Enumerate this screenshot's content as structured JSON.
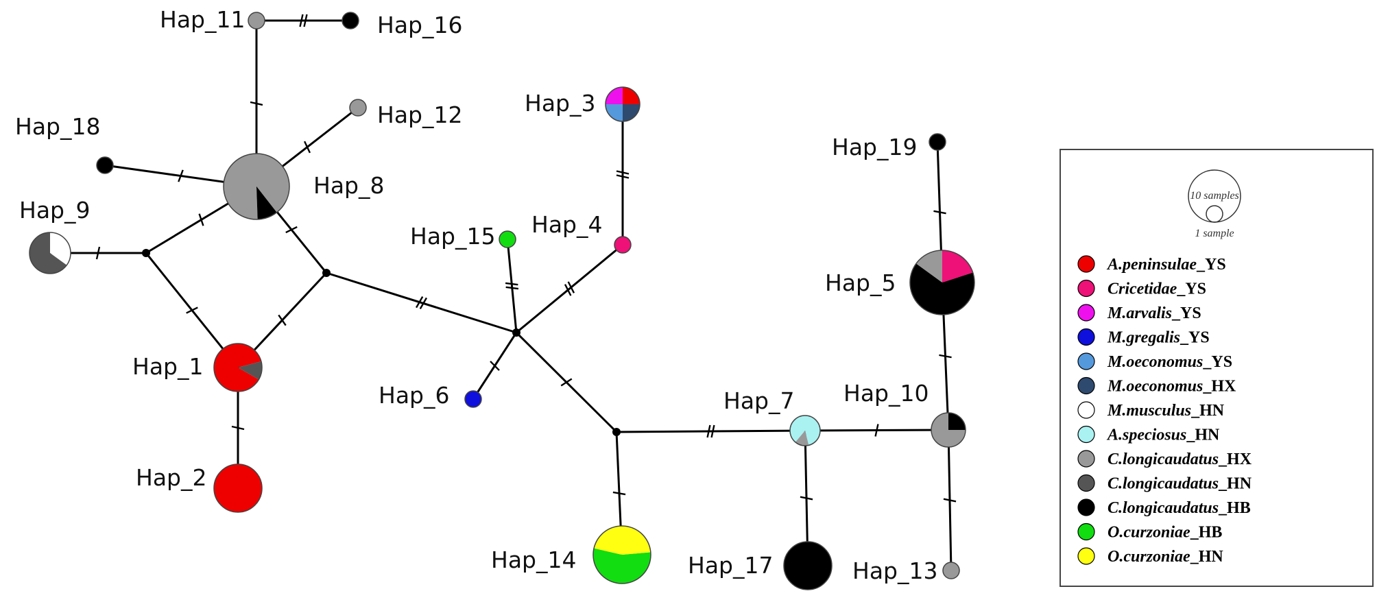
{
  "colors": {
    "A.peninsulae_YS": "#ee0000",
    "Cricetidae_YS": "#ee1177",
    "M.arvalis_YS": "#ee11ee",
    "M.gregalis_YS": "#1010dd",
    "M.oeconomus_YS": "#5599dd",
    "M.oeconomus_HX": "#2e4a6e",
    "M.musculus_HN": "#ffffff",
    "A.speciosus_HN": "#aaf2f2",
    "C.longicaudatus_HX": "#999999",
    "C.longicaudatus_HN": "#555555",
    "C.longicaudatus_HB": "#000000",
    "O.curzoniae_HB": "#11dd11",
    "O.curzoniae_HN": "#ffff11"
  },
  "legend": {
    "scale": {
      "large": "10 samples",
      "small": "1 sample"
    },
    "items": [
      {
        "key": "A.peninsulae_YS",
        "species": "A.peninsulae",
        "region": "_YS"
      },
      {
        "key": "Cricetidae_YS",
        "species": "Cricetidae",
        "region": "_YS"
      },
      {
        "key": "M.arvalis_YS",
        "species": "M.arvalis",
        "region": "_YS"
      },
      {
        "key": "M.gregalis_YS",
        "species": "M.gregalis",
        "region": "_YS"
      },
      {
        "key": "M.oeconomus_YS",
        "species": "M.oeconomus",
        "region": "_YS"
      },
      {
        "key": "M.oeconomus_HX",
        "species": "M.oeconomus",
        "region": "_HX"
      },
      {
        "key": "M.musculus_HN",
        "species": "M.musculus",
        "region": "_HN"
      },
      {
        "key": "A.speciosus_HN",
        "species": "A.speciosus",
        "region": "_HN"
      },
      {
        "key": "C.longicaudatus_HX",
        "species": "C.longicaudatus",
        "region": "_HX"
      },
      {
        "key": "C.longicaudatus_HN",
        "species": "C.longicaudatus",
        "region": "_HN"
      },
      {
        "key": "C.longicaudatus_HB",
        "species": "C.longicaudatus",
        "region": "_HB"
      },
      {
        "key": "O.curzoniae_HB",
        "species": "O.curzoniae",
        "region": "_HB"
      },
      {
        "key": "O.curzoniae_HN",
        "species": "O.curzoniae",
        "region": "_HN"
      }
    ]
  },
  "haplotypes": [
    {
      "id": "Hap_1",
      "label": "Hap_1",
      "composition": [
        {
          "key": "A.peninsulae_YS",
          "fraction": 0.875
        },
        {
          "key": "C.longicaudatus_HN",
          "fraction": 0.125
        }
      ]
    },
    {
      "id": "Hap_2",
      "label": "Hap_2",
      "composition": [
        {
          "key": "A.peninsulae_YS",
          "fraction": 1
        }
      ]
    },
    {
      "id": "Hap_3",
      "label": "Hap_3",
      "composition": [
        {
          "key": "A.peninsulae_YS",
          "fraction": 0.25
        },
        {
          "key": "M.oeconomus_HX",
          "fraction": 0.25
        },
        {
          "key": "M.oeconomus_YS",
          "fraction": 0.25
        },
        {
          "key": "M.arvalis_YS",
          "fraction": 0.25
        }
      ]
    },
    {
      "id": "Hap_4",
      "label": "Hap_4",
      "composition": [
        {
          "key": "Cricetidae_YS",
          "fraction": 1
        }
      ]
    },
    {
      "id": "Hap_5",
      "label": "Hap_5",
      "composition": [
        {
          "key": "Cricetidae_YS",
          "fraction": 0.2
        },
        {
          "key": "C.longicaudatus_HB",
          "fraction": 0.65
        },
        {
          "key": "C.longicaudatus_HX",
          "fraction": 0.15
        }
      ]
    },
    {
      "id": "Hap_6",
      "label": "Hap_6",
      "composition": [
        {
          "key": "M.gregalis_YS",
          "fraction": 1
        }
      ]
    },
    {
      "id": "Hap_7",
      "label": "Hap_7",
      "composition": [
        {
          "key": "A.speciosus_HN",
          "fraction": 0.85
        },
        {
          "key": "C.longicaudatus_HX",
          "fraction": 0.15
        }
      ]
    },
    {
      "id": "Hap_8",
      "label": "Hap_8",
      "composition": [
        {
          "key": "C.longicaudatus_HX",
          "fraction": 0.9
        },
        {
          "key": "C.longicaudatus_HB",
          "fraction": 0.1
        }
      ]
    },
    {
      "id": "Hap_9",
      "label": "Hap_9",
      "composition": [
        {
          "key": "M.musculus_HN",
          "fraction": 0.35
        },
        {
          "key": "C.longicaudatus_HN",
          "fraction": 0.65
        }
      ]
    },
    {
      "id": "Hap_10",
      "label": "Hap_10",
      "composition": [
        {
          "key": "C.longicaudatus_HX",
          "fraction": 0.75
        },
        {
          "key": "C.longicaudatus_HB",
          "fraction": 0.25
        }
      ]
    },
    {
      "id": "Hap_11",
      "label": "Hap_11",
      "composition": [
        {
          "key": "C.longicaudatus_HX",
          "fraction": 1
        }
      ]
    },
    {
      "id": "Hap_12",
      "label": "Hap_12",
      "composition": [
        {
          "key": "C.longicaudatus_HX",
          "fraction": 1
        }
      ]
    },
    {
      "id": "Hap_13",
      "label": "Hap_13",
      "composition": [
        {
          "key": "C.longicaudatus_HX",
          "fraction": 1
        }
      ]
    },
    {
      "id": "Hap_14",
      "label": "Hap_14",
      "composition": [
        {
          "key": "O.curzoniae_HB",
          "fraction": 0.55
        },
        {
          "key": "O.curzoniae_HN",
          "fraction": 0.45
        }
      ]
    },
    {
      "id": "Hap_15",
      "label": "Hap_15",
      "composition": [
        {
          "key": "O.curzoniae_HB",
          "fraction": 1
        }
      ]
    },
    {
      "id": "Hap_16",
      "label": "Hap_16",
      "composition": [
        {
          "key": "C.longicaudatus_HB",
          "fraction": 1
        }
      ]
    },
    {
      "id": "Hap_17",
      "label": "Hap_17",
      "composition": [
        {
          "key": "C.longicaudatus_HB",
          "fraction": 1
        }
      ]
    },
    {
      "id": "Hap_18",
      "label": "Hap_18",
      "composition": [
        {
          "key": "C.longicaudatus_HB",
          "fraction": 1
        }
      ]
    },
    {
      "id": "Hap_19",
      "label": "Hap_19",
      "composition": [
        {
          "key": "C.longicaudatus_HB",
          "fraction": 1
        }
      ]
    }
  ],
  "edges": [
    {
      "from": "Hap_11",
      "to": "Hap_16",
      "mutations": 2
    },
    {
      "from": "Hap_11",
      "to": "Hap_8",
      "mutations": 1
    },
    {
      "from": "Hap_8",
      "to": "Hap_12",
      "mutations": 1
    },
    {
      "from": "Hap_18",
      "to": "Hap_8",
      "mutations": 1
    },
    {
      "from": "Hap_8",
      "to": "mv1",
      "mutations": 1
    },
    {
      "from": "Hap_8",
      "to": "mv2",
      "mutations": 1
    },
    {
      "from": "Hap_9",
      "to": "mv1",
      "mutations": 1
    },
    {
      "from": "mv1",
      "to": "Hap_1",
      "mutations": 1
    },
    {
      "from": "mv2",
      "to": "Hap_1",
      "mutations": 1
    },
    {
      "from": "Hap_1",
      "to": "Hap_2",
      "mutations": 1
    },
    {
      "from": "mv2",
      "to": "mv3",
      "mutations": 2
    },
    {
      "from": "mv3",
      "to": "Hap_15",
      "mutations": 2
    },
    {
      "from": "mv3",
      "to": "Hap_4",
      "mutations": 2
    },
    {
      "from": "Hap_4",
      "to": "Hap_3",
      "mutations": 2
    },
    {
      "from": "mv3",
      "to": "Hap_6",
      "mutations": 1
    },
    {
      "from": "mv3",
      "to": "mv4",
      "mutations": 1
    },
    {
      "from": "mv4",
      "to": "Hap_14",
      "mutations": 1
    },
    {
      "from": "mv4",
      "to": "Hap_7",
      "mutations": 2
    },
    {
      "from": "Hap_7",
      "to": "Hap_17",
      "mutations": 1
    },
    {
      "from": "Hap_7",
      "to": "Hap_10",
      "mutations": 1
    },
    {
      "from": "Hap_10",
      "to": "Hap_5",
      "mutations": 1
    },
    {
      "from": "Hap_10",
      "to": "Hap_13",
      "mutations": 1
    },
    {
      "from": "Hap_5",
      "to": "Hap_19",
      "mutations": 1
    }
  ]
}
